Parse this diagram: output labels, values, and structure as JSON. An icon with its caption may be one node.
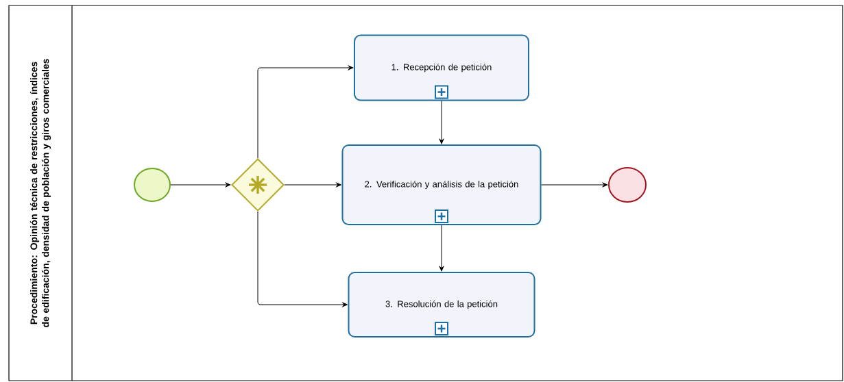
{
  "diagram": {
    "nodes": [
      {
        "text": [
          "Procedimiento: Opinión técnica de restricciones, índices de edificación, densidad de población y giros comerciales"
        ]
      },
      {
        "text": [],
        "shape": "circle",
        "in": 0
      },
      {
        "text": [],
        "shape": "diamond",
        "in": 0
      },
      {
        "text": [
          "1. Recepción de petición"
        ],
        "in": 0
      },
      {
        "text": [
          "2. Verificación y análisis de la petición"
        ],
        "in": 0
      },
      {
        "text": [
          "3. Resolución de la petición"
        ],
        "in": 0
      },
      {
        "text": [],
        "shape": "circle",
        "in": 0
      }
    ],
    "edges": [
      {
        "from": 1,
        "to": 2,
        "arrow": "to"
      },
      {
        "from": 2,
        "to": 3,
        "arrow": "to"
      },
      {
        "from": 2,
        "to": 4,
        "arrow": "to"
      },
      {
        "from": 2,
        "to": 5,
        "arrow": "to"
      },
      {
        "from": 3,
        "to": 4,
        "arrow": "to"
      },
      {
        "from": 4,
        "to": 5,
        "arrow": "to"
      },
      {
        "from": 4,
        "to": 6,
        "arrow": "to"
      }
    ]
  }
}
